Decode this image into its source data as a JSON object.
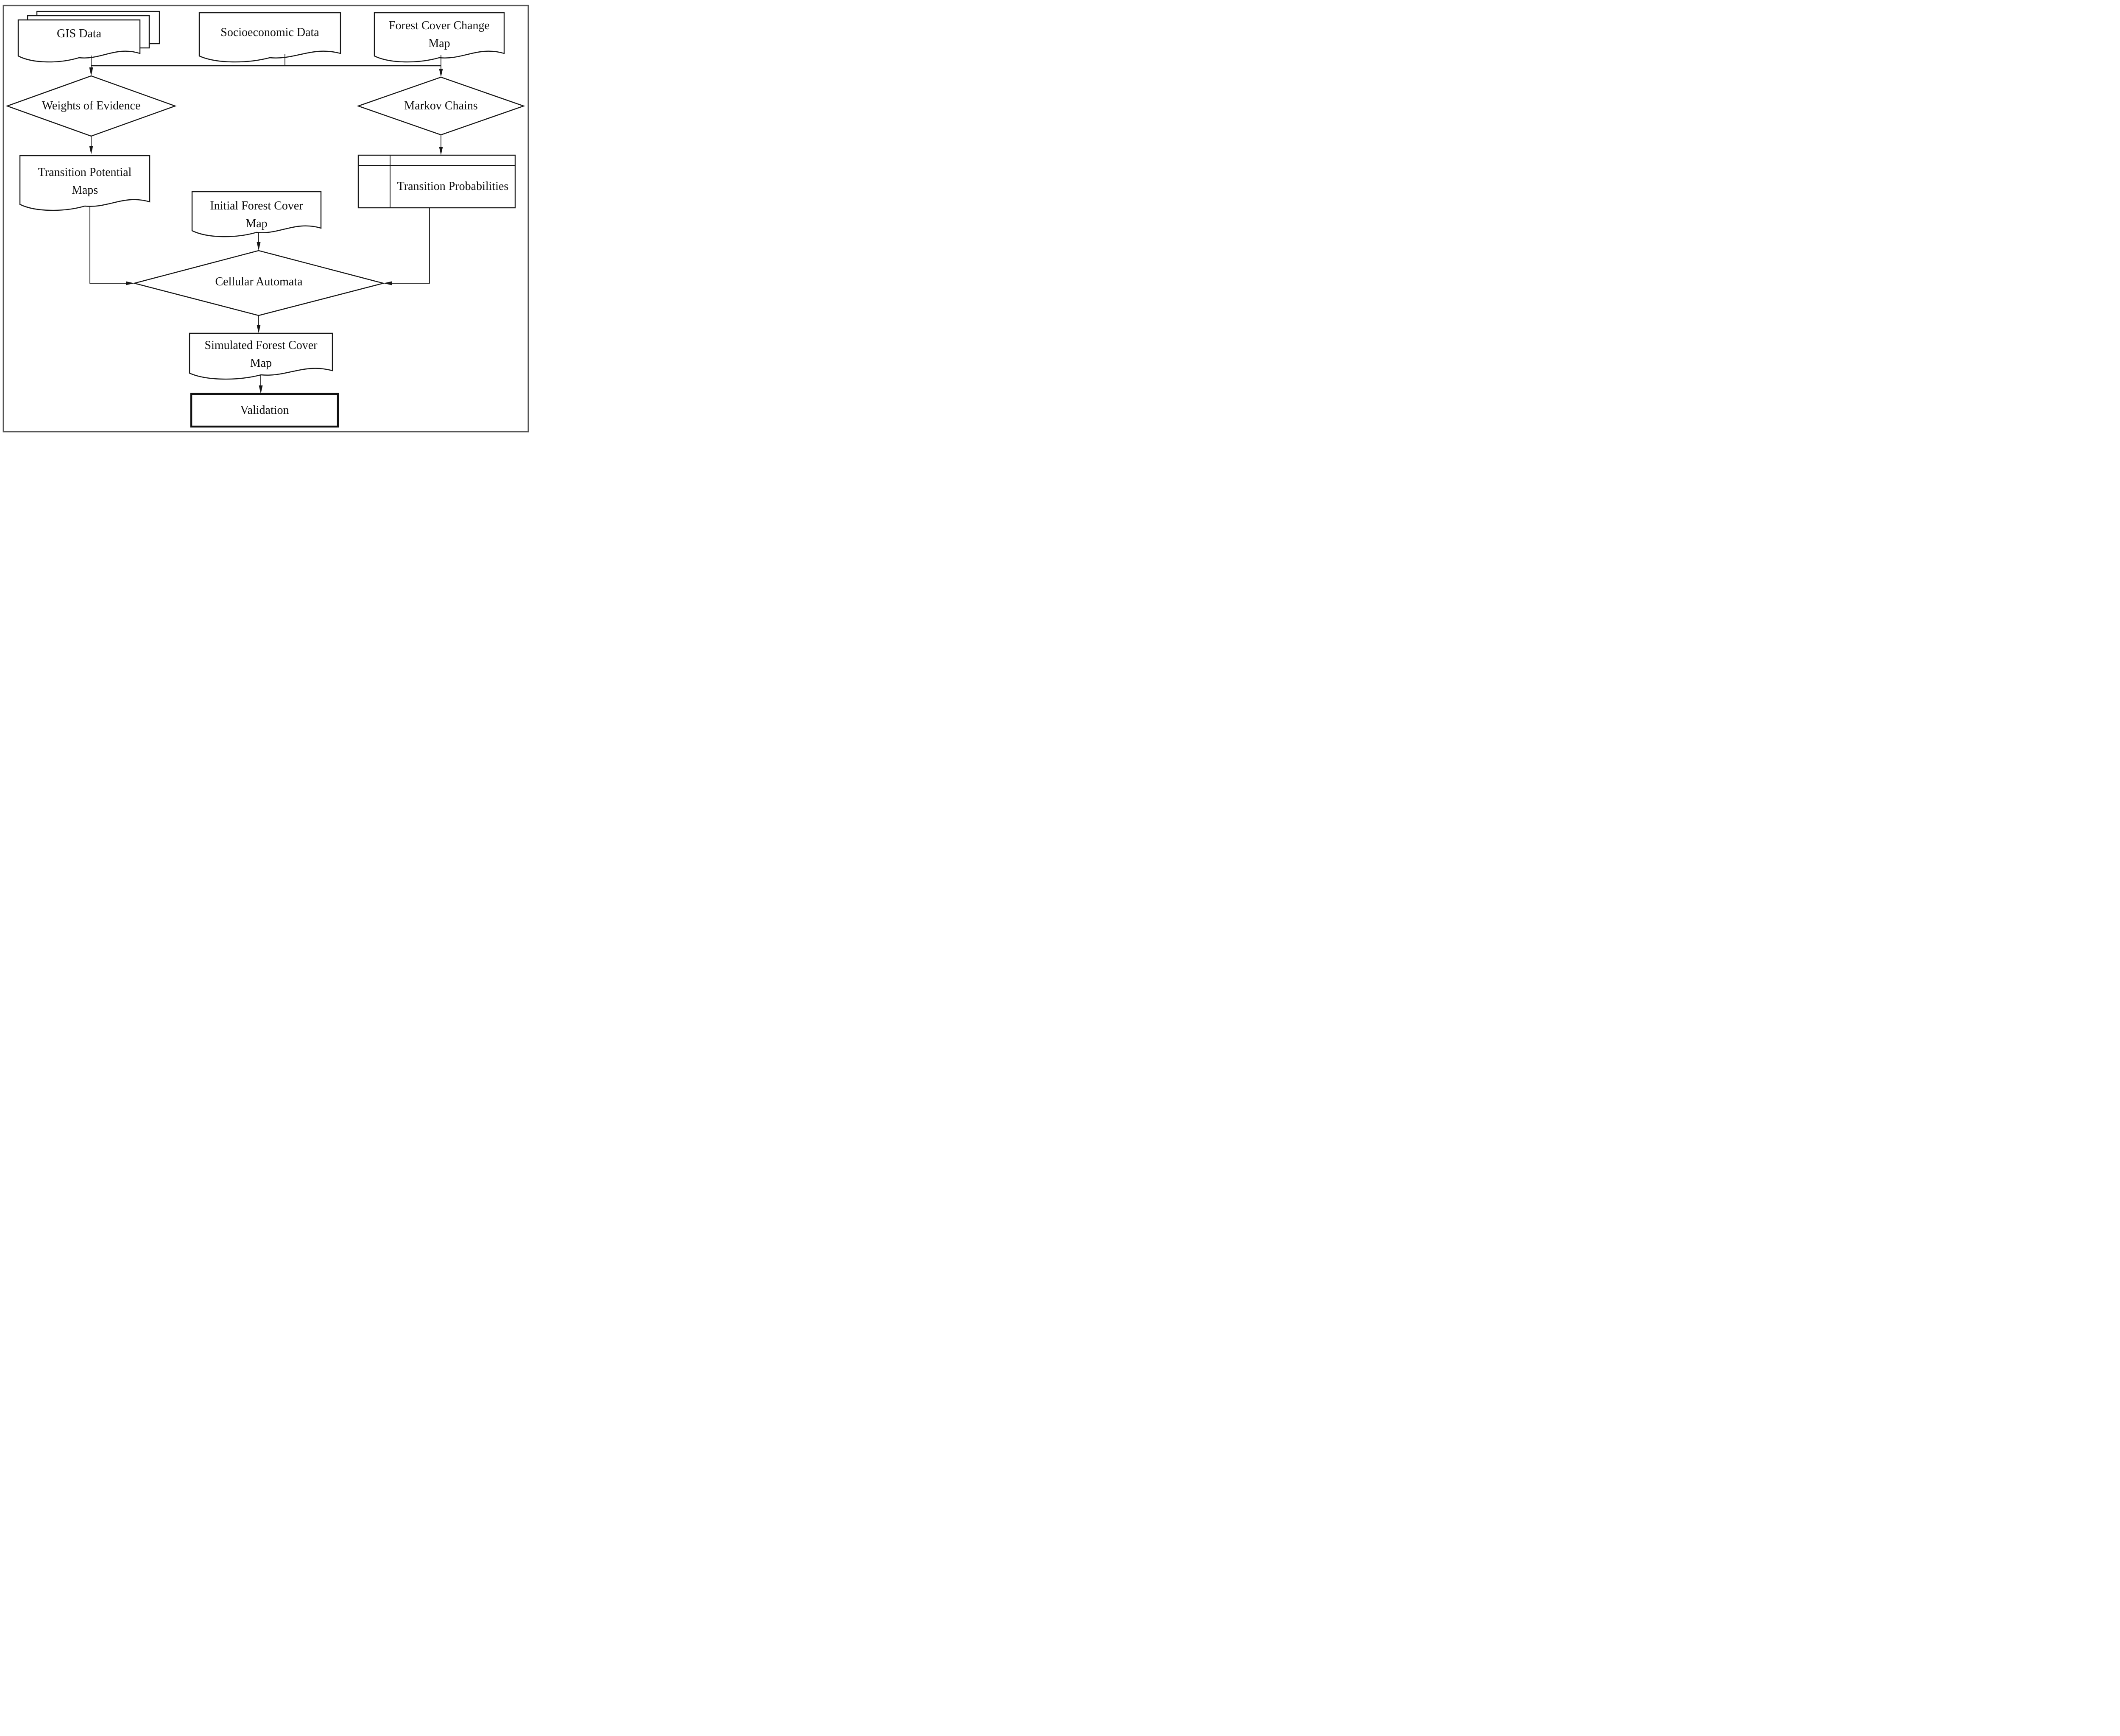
{
  "diagram": {
    "type": "flowchart",
    "background_color": "#ffffff",
    "stroke_color": "#161616",
    "frame_color": "#565656",
    "nodes": {
      "gis_data": {
        "shape": "stacked-documents",
        "lines": [
          "GIS Data"
        ]
      },
      "socioeconomic_data": {
        "shape": "document",
        "lines": [
          "Socioeconomic Data"
        ]
      },
      "forest_cover_change_map": {
        "shape": "document",
        "lines": [
          "Forest Cover Change",
          "Map"
        ]
      },
      "weights_of_evidence": {
        "shape": "decision-diamond",
        "lines": [
          "Weights of Evidence"
        ]
      },
      "markov_chains": {
        "shape": "decision-diamond",
        "lines": [
          "Markov Chains"
        ]
      },
      "transition_potential_maps": {
        "shape": "document",
        "lines": [
          "Transition Potential",
          "Maps"
        ]
      },
      "transition_probabilities": {
        "shape": "internal-storage-table",
        "lines": [
          "Transition Probabilities"
        ]
      },
      "initial_forest_cover_map": {
        "shape": "document",
        "lines": [
          "Initial Forest Cover",
          "Map"
        ]
      },
      "cellular_automata": {
        "shape": "decision-diamond",
        "lines": [
          "Cellular Automata"
        ]
      },
      "simulated_forest_cover_map": {
        "shape": "document",
        "lines": [
          "Simulated Forest Cover",
          "Map"
        ]
      },
      "validation": {
        "shape": "process-rectangle-bold",
        "lines": [
          "Validation"
        ]
      }
    },
    "edges": [
      {
        "from": "gis_data",
        "to": "weights_of_evidence",
        "style": "arrow"
      },
      {
        "from": "socioeconomic_data",
        "to": "weights_of_evidence",
        "style": "arrow-via-bus"
      },
      {
        "from": "forest_cover_change_map",
        "to": "markov_chains",
        "style": "arrow"
      },
      {
        "from": "weights_of_evidence",
        "to": "transition_potential_maps",
        "style": "arrow"
      },
      {
        "from": "markov_chains",
        "to": "transition_probabilities",
        "style": "arrow"
      },
      {
        "from": "transition_potential_maps",
        "to": "cellular_automata",
        "style": "arrow-elbow"
      },
      {
        "from": "transition_probabilities",
        "to": "cellular_automata",
        "style": "arrow-elbow"
      },
      {
        "from": "initial_forest_cover_map",
        "to": "cellular_automata",
        "style": "arrow"
      },
      {
        "from": "cellular_automata",
        "to": "simulated_forest_cover_map",
        "style": "arrow"
      },
      {
        "from": "simulated_forest_cover_map",
        "to": "validation",
        "style": "arrow"
      }
    ]
  }
}
